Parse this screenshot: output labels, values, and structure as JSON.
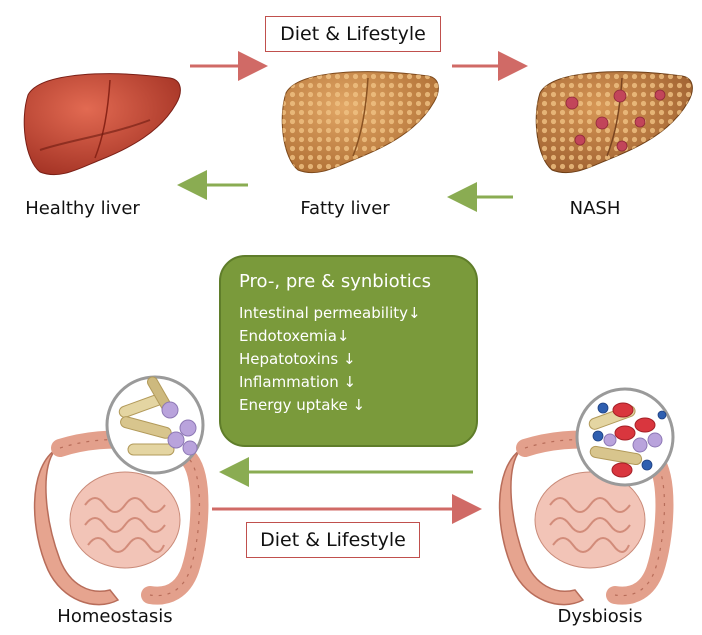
{
  "top": {
    "diet_box_label": "Diet & Lifestyle",
    "stages": [
      {
        "label": "Healthy liver"
      },
      {
        "label": "Fatty liver"
      },
      {
        "label": "NASH"
      }
    ]
  },
  "center": {
    "title": "Pro-, pre & synbiotics",
    "effects": [
      "Intestinal permeability↓",
      "Endotoxemia↓",
      "Hepatotoxins ↓",
      "Inflammation ↓",
      "Energy uptake ↓"
    ]
  },
  "bottom": {
    "diet_box_label": "Diet & Lifestyle",
    "left_label": "Homeostasis",
    "right_label": "Dysbiosis"
  },
  "colors": {
    "red_arrow": "#d06a66",
    "green_arrow": "#8aac52",
    "green_box": "#7a9a3b",
    "healthy_liver": "#b8392a",
    "fatty_liver": "#c98a4a",
    "nash_liver": "#b9773c"
  }
}
